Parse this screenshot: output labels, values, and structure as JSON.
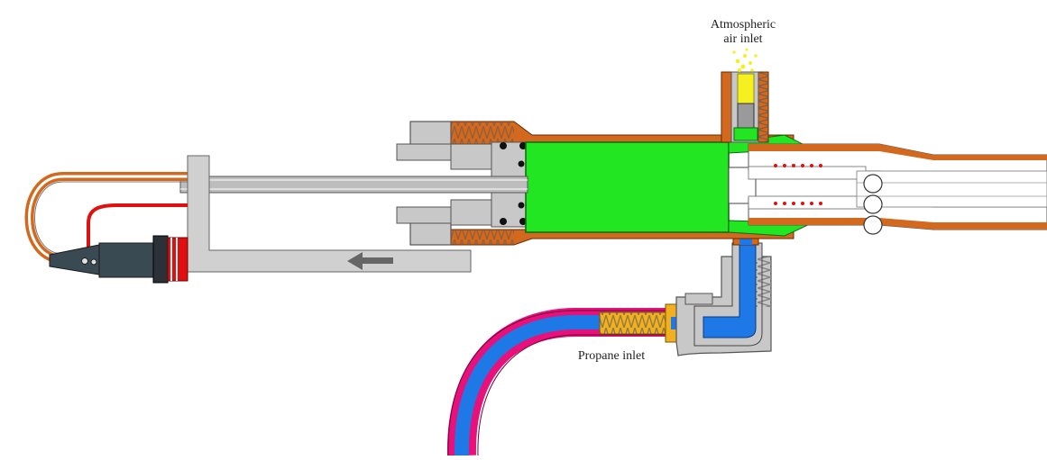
{
  "labels": {
    "air_line1": "Atmospheric",
    "air_line2": "air inlet",
    "propane": "Propane inlet"
  },
  "colors": {
    "copper": "#d2691e",
    "copper_dark": "#8b3a10",
    "steel": "#c8c8c8",
    "steel_dark": "#6e6e6e",
    "mixing_chamber": "#22e622",
    "propane_flow": "#1e78e6",
    "brass": "#f0b020",
    "hose_outer": "#e8107a",
    "air_glow": "#f5f020",
    "wire": "#e01010",
    "igniter": "#3a4a52"
  },
  "icons": {
    "flow_arrow": "arrow-left-icon",
    "air_glow": "sparkle-icon",
    "spark": "spark-icon"
  }
}
